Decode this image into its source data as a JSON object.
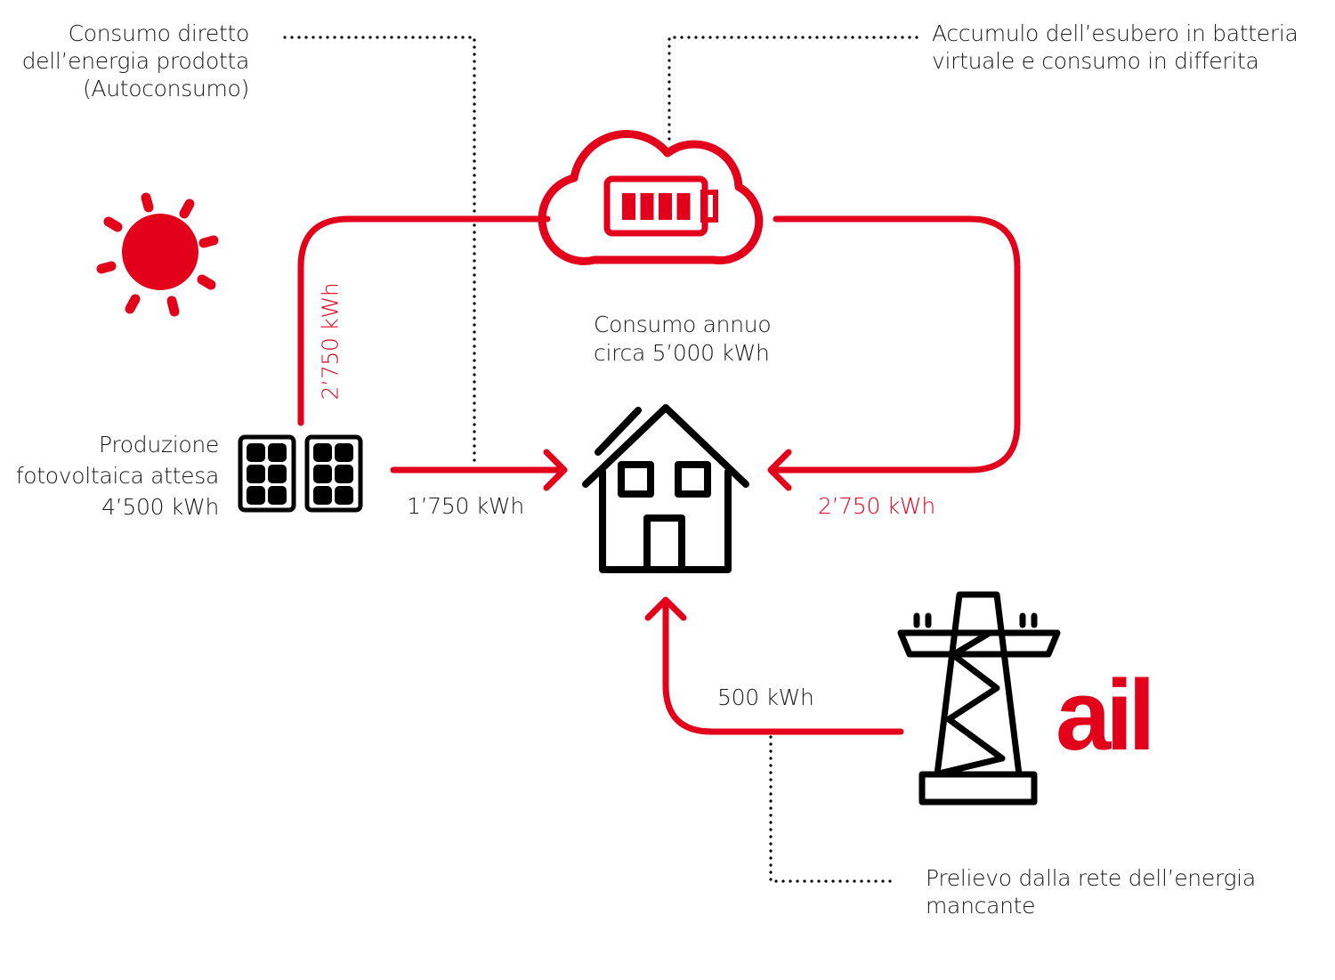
{
  "colors": {
    "accent": "#e2001a",
    "icon": "#000000",
    "text": "#1a1a1a",
    "dotted_leader": "#000000"
  },
  "annotations": {
    "self_consumption": [
      "Consumo diretto",
      "dell’energia prodotta",
      "(Autoconsumo)"
    ],
    "virtual_battery": [
      "Accumulo dell’esubero in batteria",
      "virtuale e consumo in differita"
    ],
    "grid_withdrawal": [
      "Prelievo dalla rete dell’energia",
      "mancante"
    ]
  },
  "nodes": {
    "production": {
      "icon": "solar-panel-icon",
      "label": [
        "Produzione",
        "fotovoltaica attesa",
        "4’500 kWh"
      ]
    },
    "sun": {
      "icon": "sun-icon"
    },
    "cloud_battery": {
      "icon": "cloud-battery-icon",
      "battery_level_bars": 4
    },
    "house": {
      "icon": "house-icon",
      "label": [
        "Consumo annuo",
        "circa 5’000 kWh"
      ]
    },
    "grid": {
      "icon": "power-pylon-icon"
    },
    "brand": {
      "logo_text": "ail"
    }
  },
  "flows": [
    {
      "id": "to_cloud",
      "from": "production",
      "to": "cloud_battery",
      "label": "2’750 kWh",
      "color": "#e2001a"
    },
    {
      "id": "direct",
      "from": "production",
      "to": "house",
      "label": "1’750 kWh",
      "color": "#1a1a1a"
    },
    {
      "id": "from_cloud",
      "from": "cloud_battery",
      "to": "house",
      "label": "2’750 kWh",
      "color": "#e2001a"
    },
    {
      "id": "from_grid",
      "from": "grid",
      "to": "house",
      "label": "500 kWh",
      "color": "#1a1a1a"
    }
  ]
}
